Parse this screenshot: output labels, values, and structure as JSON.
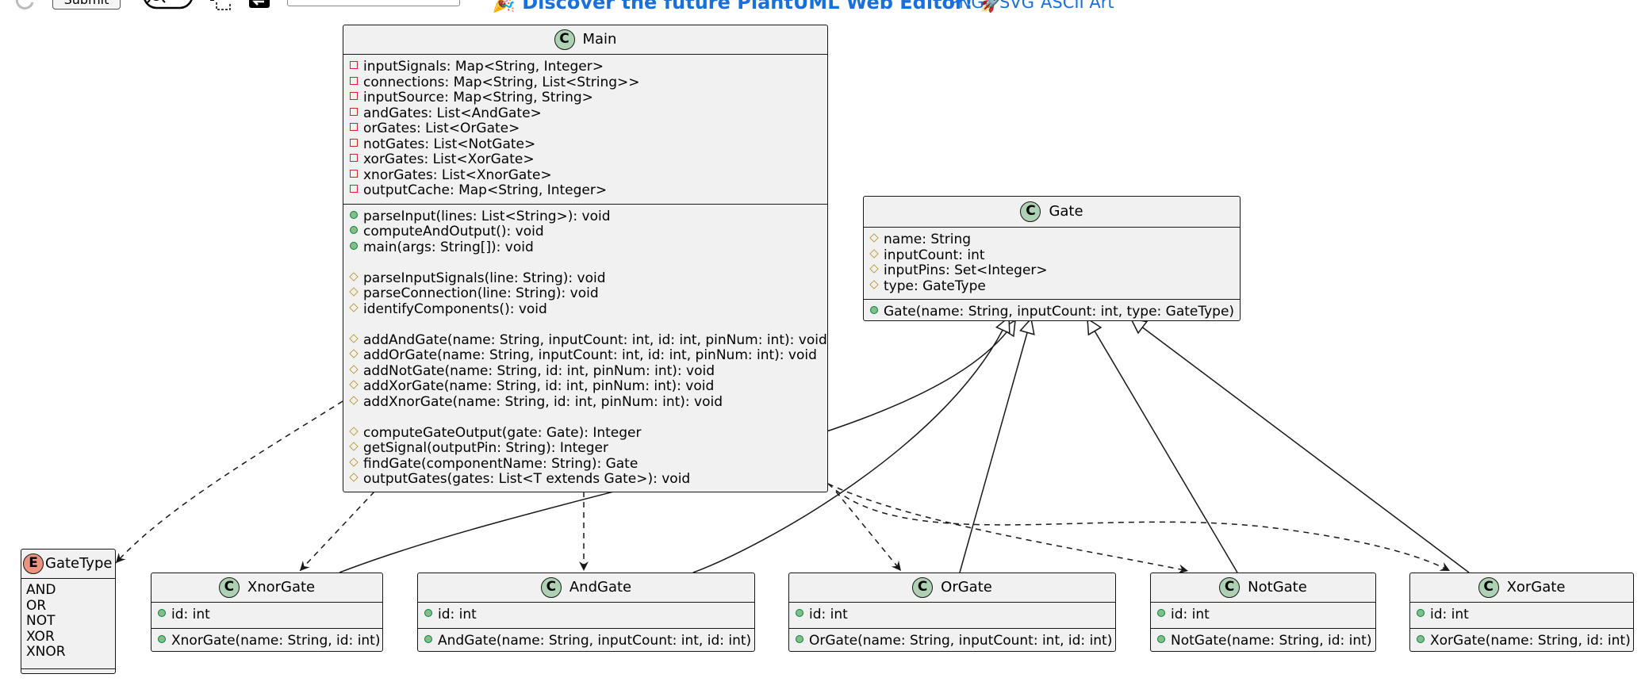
{
  "toolbar": {
    "submit_label": "Submit",
    "promo_text": "🎉 Discover the future PlantUML Web Editor! 🚀",
    "formats": [
      "PNG",
      "SVG",
      "ASCII Art"
    ],
    "icons": [
      "reload-icon",
      "theme-toggle-icon",
      "frame-select-icon",
      "swap-icon"
    ]
  },
  "diagram": {
    "colors": {
      "class_fill": "#f1f1f1",
      "border": "#181818",
      "class_badge": "#add1b2",
      "enum_badge": "#eb937f",
      "private": "#c82930",
      "public": "#84be84",
      "protected": "#b38d22"
    },
    "classes": {
      "main": {
        "badge": "C",
        "name": "Main",
        "fields": [
          "inputSignals: Map<String, Integer>",
          "connections: Map<String, List<String>>",
          "inputSource: Map<String, String>",
          "andGates: List<AndGate>",
          "orGates: List<OrGate>",
          "notGates: List<NotGate>",
          "xorGates: List<XorGate>",
          "xnorGates: List<XnorGate>",
          "outputCache: Map<String, Integer>"
        ],
        "public_methods": [
          "parseInput(lines: List<String>): void",
          "computeAndOutput(): void",
          "main(args: String[]): void"
        ],
        "parse_methods": [
          "parseInputSignals(line: String): void",
          "parseConnection(line: String): void",
          "identifyComponents(): void"
        ],
        "add_methods": [
          "addAndGate(name: String, inputCount: int, id: int, pinNum: int): void",
          "addOrGate(name: String, inputCount: int, id: int, pinNum: int): void",
          "addNotGate(name: String, id: int, pinNum: int): void",
          "addXorGate(name: String, id: int, pinNum: int): void",
          "addXnorGate(name: String, id: int, pinNum: int): void"
        ],
        "compute_methods": [
          "computeGateOutput(gate: Gate): Integer",
          "getSignal(outputPin: String): Integer",
          "findGate(componentName: String): Gate",
          "outputGates(gates: List<T extends Gate>): void"
        ]
      },
      "gate": {
        "badge": "C",
        "name": "Gate",
        "fields": [
          "name: String",
          "inputCount: int",
          "inputPins: Set<Integer>",
          "type: GateType"
        ],
        "methods": [
          "Gate(name: String, inputCount: int, type: GateType)"
        ]
      },
      "gatetype": {
        "badge": "E",
        "name": "GateType",
        "values": [
          "AND",
          "OR",
          "NOT",
          "XOR",
          "XNOR"
        ]
      },
      "xnorgate": {
        "badge": "C",
        "name": "XnorGate",
        "field": "id: int",
        "method": "XnorGate(name: String, id: int)"
      },
      "andgate": {
        "badge": "C",
        "name": "AndGate",
        "field": "id: int",
        "method": "AndGate(name: String, inputCount: int, id: int)"
      },
      "orgate": {
        "badge": "C",
        "name": "OrGate",
        "field": "id: int",
        "method": "OrGate(name: String, inputCount: int, id: int)"
      },
      "notgate": {
        "badge": "C",
        "name": "NotGate",
        "field": "id: int",
        "method": "NotGate(name: String, id: int)"
      },
      "xorgate": {
        "badge": "C",
        "name": "XorGate",
        "field": "id: int",
        "method": "XorGate(name: String, id: int)"
      }
    },
    "relations": {
      "inheritance": [
        [
          "xnorgate",
          "gate"
        ],
        [
          "andgate",
          "gate"
        ],
        [
          "orgate",
          "gate"
        ],
        [
          "notgate",
          "gate"
        ],
        [
          "xorgate",
          "gate"
        ]
      ],
      "dependency": [
        [
          "main",
          "gatetype"
        ],
        [
          "main",
          "xnorgate"
        ],
        [
          "main",
          "andgate"
        ],
        [
          "main",
          "orgate"
        ],
        [
          "main",
          "notgate"
        ],
        [
          "main",
          "xorgate"
        ]
      ]
    }
  }
}
